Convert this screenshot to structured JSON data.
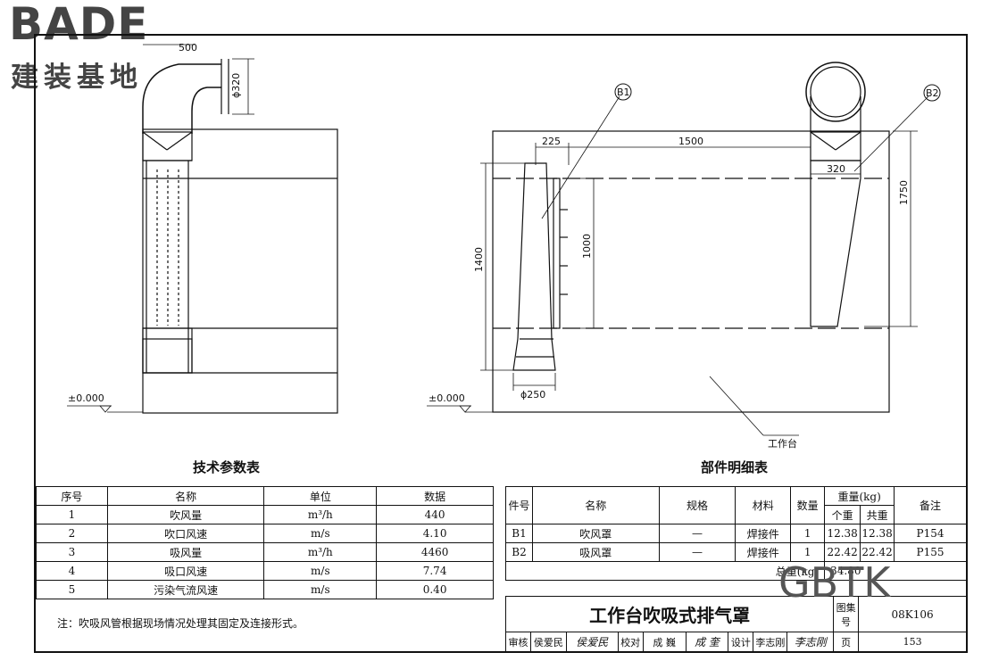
{
  "logo": {
    "main": "BADE",
    "sub": "建装基地"
  },
  "watermark": "GBTK",
  "drawing": {
    "left_view": {
      "dim_top": "500",
      "dim_pipe": "ϕ320",
      "level": "±0.000"
    },
    "right_view": {
      "dim_225": "225",
      "dim_1500": "1500",
      "dim_320": "320",
      "dim_1750": "1750",
      "dim_1400": "1400",
      "dim_1000": "1000",
      "dim_250": "ϕ250",
      "level": "±0.000",
      "callout_b1": "B1",
      "callout_b2": "B2",
      "workbench": "工作台"
    }
  },
  "tech_table": {
    "title": "技术参数表",
    "headers": [
      "序号",
      "名称",
      "单位",
      "数据"
    ],
    "rows": [
      [
        "1",
        "吹风量",
        "m³/h",
        "440"
      ],
      [
        "2",
        "吹口风速",
        "m/s",
        "4.10"
      ],
      [
        "3",
        "吸风量",
        "m³/h",
        "4460"
      ],
      [
        "4",
        "吸口风速",
        "m/s",
        "7.74"
      ],
      [
        "5",
        "污染气流风速",
        "m/s",
        "0.40"
      ]
    ]
  },
  "parts_table": {
    "title": "部件明细表",
    "headers": {
      "no": "件号",
      "name": "名称",
      "spec": "规格",
      "material": "材料",
      "qty": "数量",
      "weight": "重量(kg)",
      "unit_w": "个重",
      "total_w": "共重",
      "remark": "备注"
    },
    "rows": [
      [
        "B1",
        "吹风罩",
        "—",
        "焊接件",
        "1",
        "12.38",
        "12.38",
        "P154"
      ],
      [
        "B2",
        "吸风罩",
        "—",
        "焊接件",
        "1",
        "22.42",
        "22.42",
        "P155"
      ]
    ],
    "total_label": "总重(kg)",
    "total_value": "34.80"
  },
  "note": "注：吹吸风管根据现场情况处理其固定及连接形式。",
  "title_block": {
    "title": "工作台吹吸式排气罩",
    "atlas_label": "图集号",
    "atlas_no": "08K106",
    "review_label": "审核",
    "reviewer": "侯爱民",
    "reviewer_sign": "侯爱民",
    "check_label": "校对",
    "checker": "成 巍",
    "checker_sign": "成 奎",
    "design_label": "设计",
    "designer": "李志刚",
    "designer_sign": "李志刚",
    "page_label": "页",
    "page_no": "153"
  }
}
